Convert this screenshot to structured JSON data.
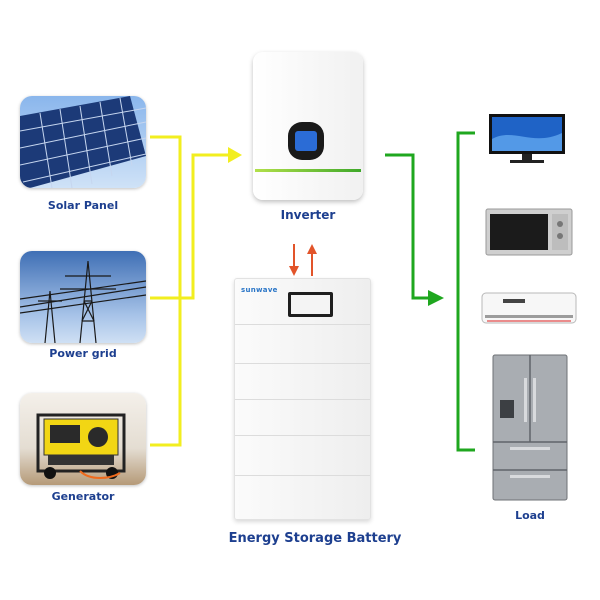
{
  "sources": [
    {
      "label": "Solar Panel",
      "icon": "solar-panel-image"
    },
    {
      "label": "Power grid",
      "icon": "power-grid-image"
    },
    {
      "label": "Generator",
      "icon": "generator-image"
    }
  ],
  "inverter": {
    "label": "Inverter"
  },
  "battery": {
    "label": "Energy Storage Battery",
    "brand": "sunwave"
  },
  "loads": {
    "label": "Load",
    "items": [
      "tv-icon",
      "microwave-icon",
      "air-conditioner-icon",
      "refrigerator-icon"
    ]
  },
  "colors": {
    "source_line": "#f2ee1f",
    "load_line": "#1fa71f",
    "arrow_down": "#e2542a",
    "arrow_up": "#e2542a",
    "label": "#1d3f8f"
  }
}
